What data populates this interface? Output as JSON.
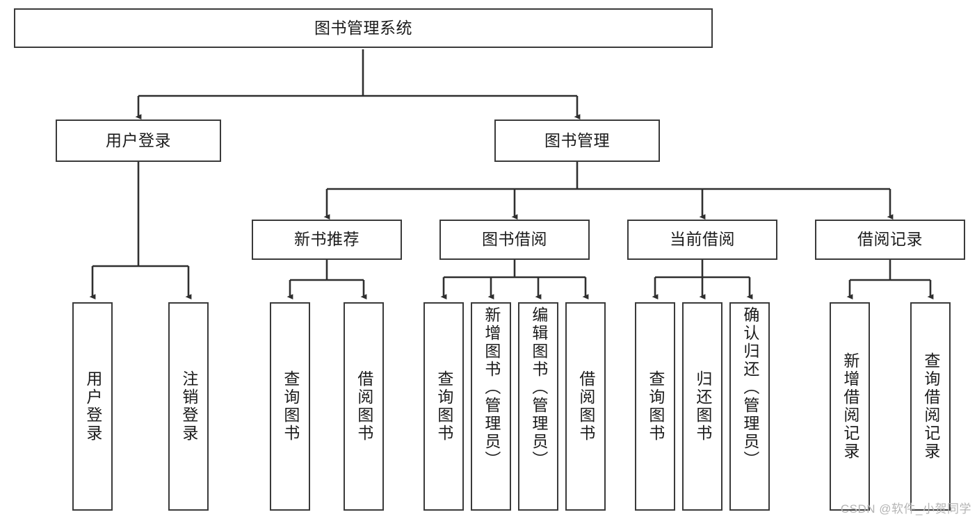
{
  "diagram": {
    "title": "图书管理系统",
    "type": "tree",
    "root": {
      "id": "root",
      "label": "图书管理系统"
    },
    "level2": [
      {
        "id": "user-login",
        "label": "用户登录"
      },
      {
        "id": "book-manage",
        "label": "图书管理"
      }
    ],
    "level3": [
      {
        "id": "new-book-rec",
        "label": "新书推荐",
        "parent": "book-manage"
      },
      {
        "id": "book-borrow",
        "label": "图书借阅",
        "parent": "book-manage"
      },
      {
        "id": "current-borrow",
        "label": "当前借阅",
        "parent": "book-manage"
      },
      {
        "id": "borrow-record",
        "label": "借阅记录",
        "parent": "book-manage"
      }
    ],
    "leaves": [
      {
        "id": "leaf-user-login",
        "label": "用户登录",
        "parent": "user-login"
      },
      {
        "id": "leaf-user-logout",
        "label": "注销登录",
        "parent": "user-login"
      },
      {
        "id": "leaf-query-book-1",
        "label": "查询图书",
        "parent": "new-book-rec"
      },
      {
        "id": "leaf-borrow-book-1",
        "label": "借阅图书",
        "parent": "new-book-rec"
      },
      {
        "id": "leaf-query-book-2",
        "label": "查询图书",
        "parent": "book-borrow"
      },
      {
        "id": "leaf-add-book",
        "label": "新增图书（管理员）",
        "parent": "book-borrow"
      },
      {
        "id": "leaf-edit-book",
        "label": "编辑图书（管理员）",
        "parent": "book-borrow"
      },
      {
        "id": "leaf-borrow-book-2",
        "label": "借阅图书",
        "parent": "book-borrow"
      },
      {
        "id": "leaf-query-book-3",
        "label": "查询图书",
        "parent": "current-borrow"
      },
      {
        "id": "leaf-return-book",
        "label": "归还图书",
        "parent": "current-borrow"
      },
      {
        "id": "leaf-confirm-return",
        "label": "确认归还（管理员）",
        "parent": "current-borrow"
      },
      {
        "id": "leaf-add-record",
        "label": "新增借阅记录",
        "parent": "borrow-record"
      },
      {
        "id": "leaf-query-record",
        "label": "查询借阅记录",
        "parent": "borrow-record"
      }
    ],
    "colors": {
      "stroke": "#3a3a3a",
      "fill": "#ffffff",
      "text": "#1b1b1b",
      "watermark": "#b4b4b4"
    }
  },
  "watermark": {
    "text": "CSDN @软件_小贺同学"
  }
}
